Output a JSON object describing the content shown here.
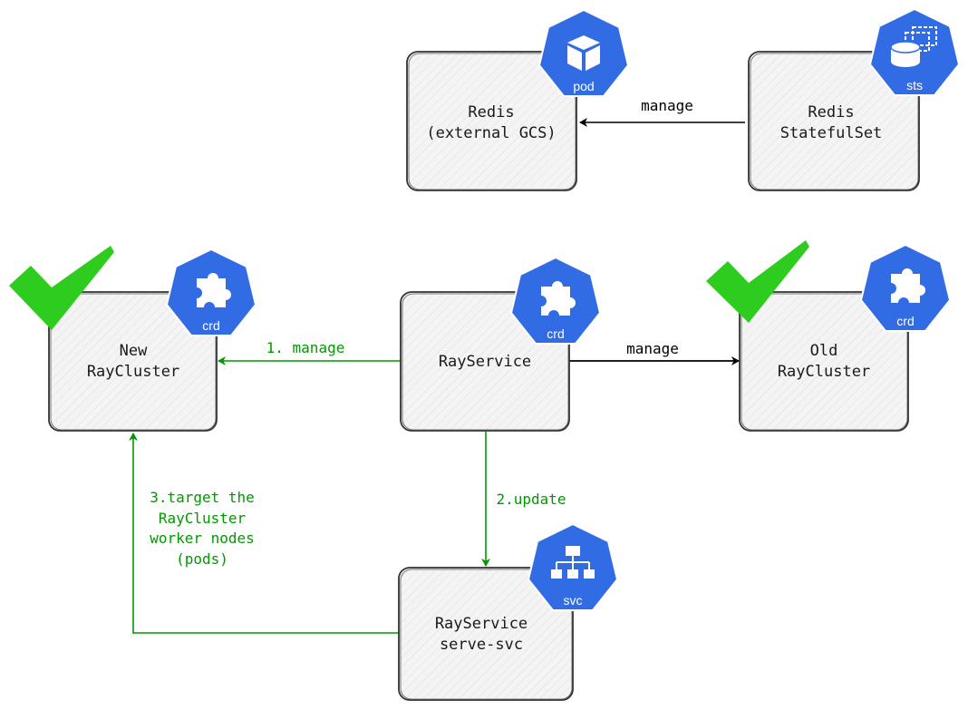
{
  "nodes": {
    "redis_pod": {
      "lines": [
        "Redis",
        "(external GCS)"
      ],
      "badge": "pod",
      "badge_icon": "cube-icon"
    },
    "redis_sts": {
      "lines": [
        "Redis",
        "StatefulSet"
      ],
      "badge": "sts",
      "badge_icon": "database-stack-icon"
    },
    "new_raycluster": {
      "lines": [
        "New",
        "RayCluster"
      ],
      "badge": "crd",
      "badge_icon": "puzzle-icon",
      "checked": true
    },
    "rayservice": {
      "lines": [
        "RayService"
      ],
      "badge": "crd",
      "badge_icon": "puzzle-icon"
    },
    "old_raycluster": {
      "lines": [
        "Old",
        "RayCluster"
      ],
      "badge": "crd",
      "badge_icon": "puzzle-icon",
      "checked": true
    },
    "serve_svc": {
      "lines": [
        "RayService",
        "serve-svc"
      ],
      "badge": "svc",
      "badge_icon": "network-hierarchy-icon"
    }
  },
  "edges": {
    "sts_to_redis": {
      "label": "manage"
    },
    "rayservice_to_new": {
      "label": "1. manage"
    },
    "rayservice_to_old": {
      "label": "manage"
    },
    "rayservice_to_svc": {
      "label": "2.update"
    },
    "svc_to_new": {
      "lines": [
        "3.target the",
        "RayCluster",
        "worker nodes",
        "(pods)"
      ]
    }
  },
  "colors": {
    "k8s_blue": "#326ce5",
    "green": "#009900",
    "check_green": "#2ecc1e",
    "box_fill": "#f2f2f2",
    "box_stroke": "#333333"
  }
}
